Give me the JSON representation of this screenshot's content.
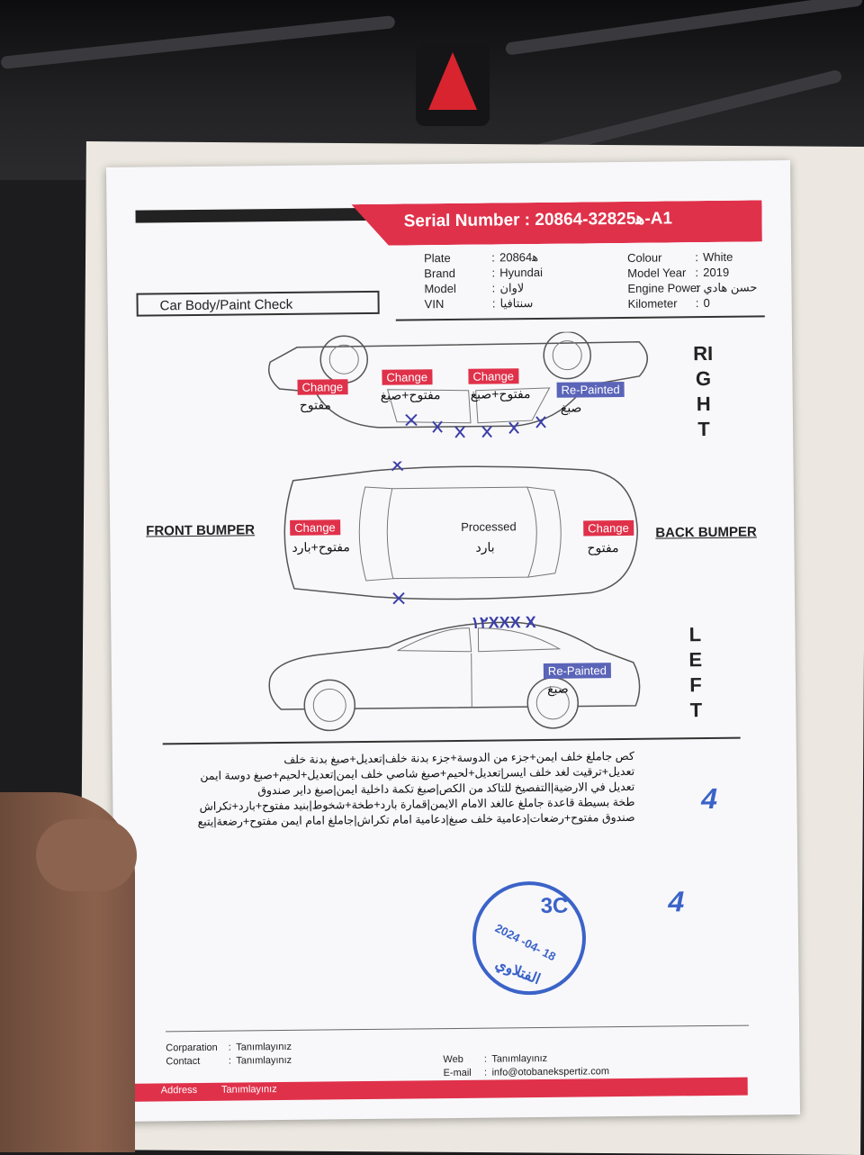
{
  "document": {
    "serial_label": "Serial Number :",
    "serial_value": "ﻫ32825-20864-A1",
    "title": "Car Body/Paint Check",
    "vehicle_left": [
      {
        "key": "Plate",
        "value": "ﻫ20864"
      },
      {
        "key": "Brand",
        "value": "Hyundai"
      },
      {
        "key": "Model",
        "value": "لاوان"
      },
      {
        "key": "VIN",
        "value": "سنتافيا"
      }
    ],
    "vehicle_right": [
      {
        "key": "Colour",
        "value": "White"
      },
      {
        "key": "Model Year",
        "value": "2019"
      },
      {
        "key": "Engine Power",
        "value": "حسن هادي"
      },
      {
        "key": "Kilometer",
        "value": "0"
      }
    ],
    "side_right": "RIGHT",
    "side_left": "LEFT",
    "front_bumper": "FRONT BUMPER",
    "back_bumper": "BACK BUMPER",
    "right_marks": [
      {
        "tag": "Change",
        "type": "change",
        "note": "مفتوح"
      },
      {
        "tag": "Change",
        "type": "change",
        "note": "مفتوح+صبغ"
      },
      {
        "tag": "Change",
        "type": "change",
        "note": "مفتوح+صبغ"
      },
      {
        "tag": "Re-Painted",
        "type": "repaint",
        "note": "صبغ"
      }
    ],
    "top_marks": {
      "front_tag": "Change",
      "front_note": "مفتوح+بارد",
      "roof_label": "Processed",
      "roof_note": "بارد",
      "back_tag": "Change",
      "back_note": "مفتوح"
    },
    "left_marks": {
      "tag": "Re-Painted",
      "note": "صبغ",
      "handwriting": "١٢XXX X"
    },
    "notes": [
      "كص جاملغ خلف ايمن+جزء من الدوسة+جزء بدنة خلف|تعديل+صبغ بدنة خلف",
      "تعديل+ترقيت لغد خلف ايسر|تعديل+لحيم+صبغ شاصي خلف ايمن|تعديل+لحيم+صبغ دوسة ايمن",
      "تعديل في الارضية|التفصيخ للتاكد من الكص|صبغ تكمة داخلية ايمن|صبغ داير صندوق",
      "طخة بسيطة قاعدة جاملغ عالغد الامام الايمن|قمارة بارد+طخة+شخوط|بنيد مفتوح+بارد+تكراش",
      "صندوق مفتوح+رضعات|دعامية خلف صبغ|دعامية امام تكراش|جاملغ امام ايمن مفتوح+رضعة|يتبع"
    ],
    "stamp": {
      "code": "3C",
      "date": "2024 -04- 18",
      "name": "الفتلاوي"
    },
    "marks_4": [
      "4",
      "4"
    ],
    "footer_left": [
      {
        "key": "Corparation",
        "value": "Tanımlayınız"
      },
      {
        "key": "Contact",
        "value": "Tanımlayınız"
      }
    ],
    "footer_right": [
      {
        "key": "Web",
        "value": "Tanımlayınız"
      },
      {
        "key": "E-mail",
        "value": "info@otobanekspertiz.com"
      }
    ],
    "address_key": "Address",
    "address_value": "Tanımlayınız"
  },
  "colors": {
    "accent": "#e0314a",
    "repaint": "#5a64b8",
    "stamp": "#3b63c8"
  }
}
